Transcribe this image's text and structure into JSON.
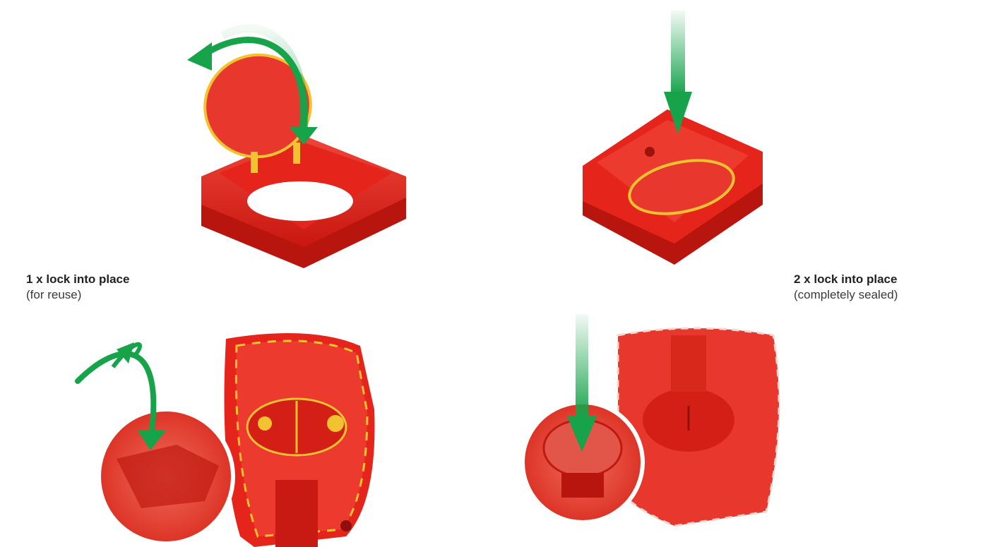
{
  "captions": {
    "left": {
      "title": "1 x lock into place",
      "subtitle": "(for reuse)"
    },
    "right": {
      "title": "2 x lock into place",
      "subtitle": "(completely sealed)"
    }
  },
  "colors": {
    "lid_red": "#e5251c",
    "lid_dark": "#b8150f",
    "seal_yellow": "#f2c230",
    "arrow_green": "#16a34a"
  }
}
